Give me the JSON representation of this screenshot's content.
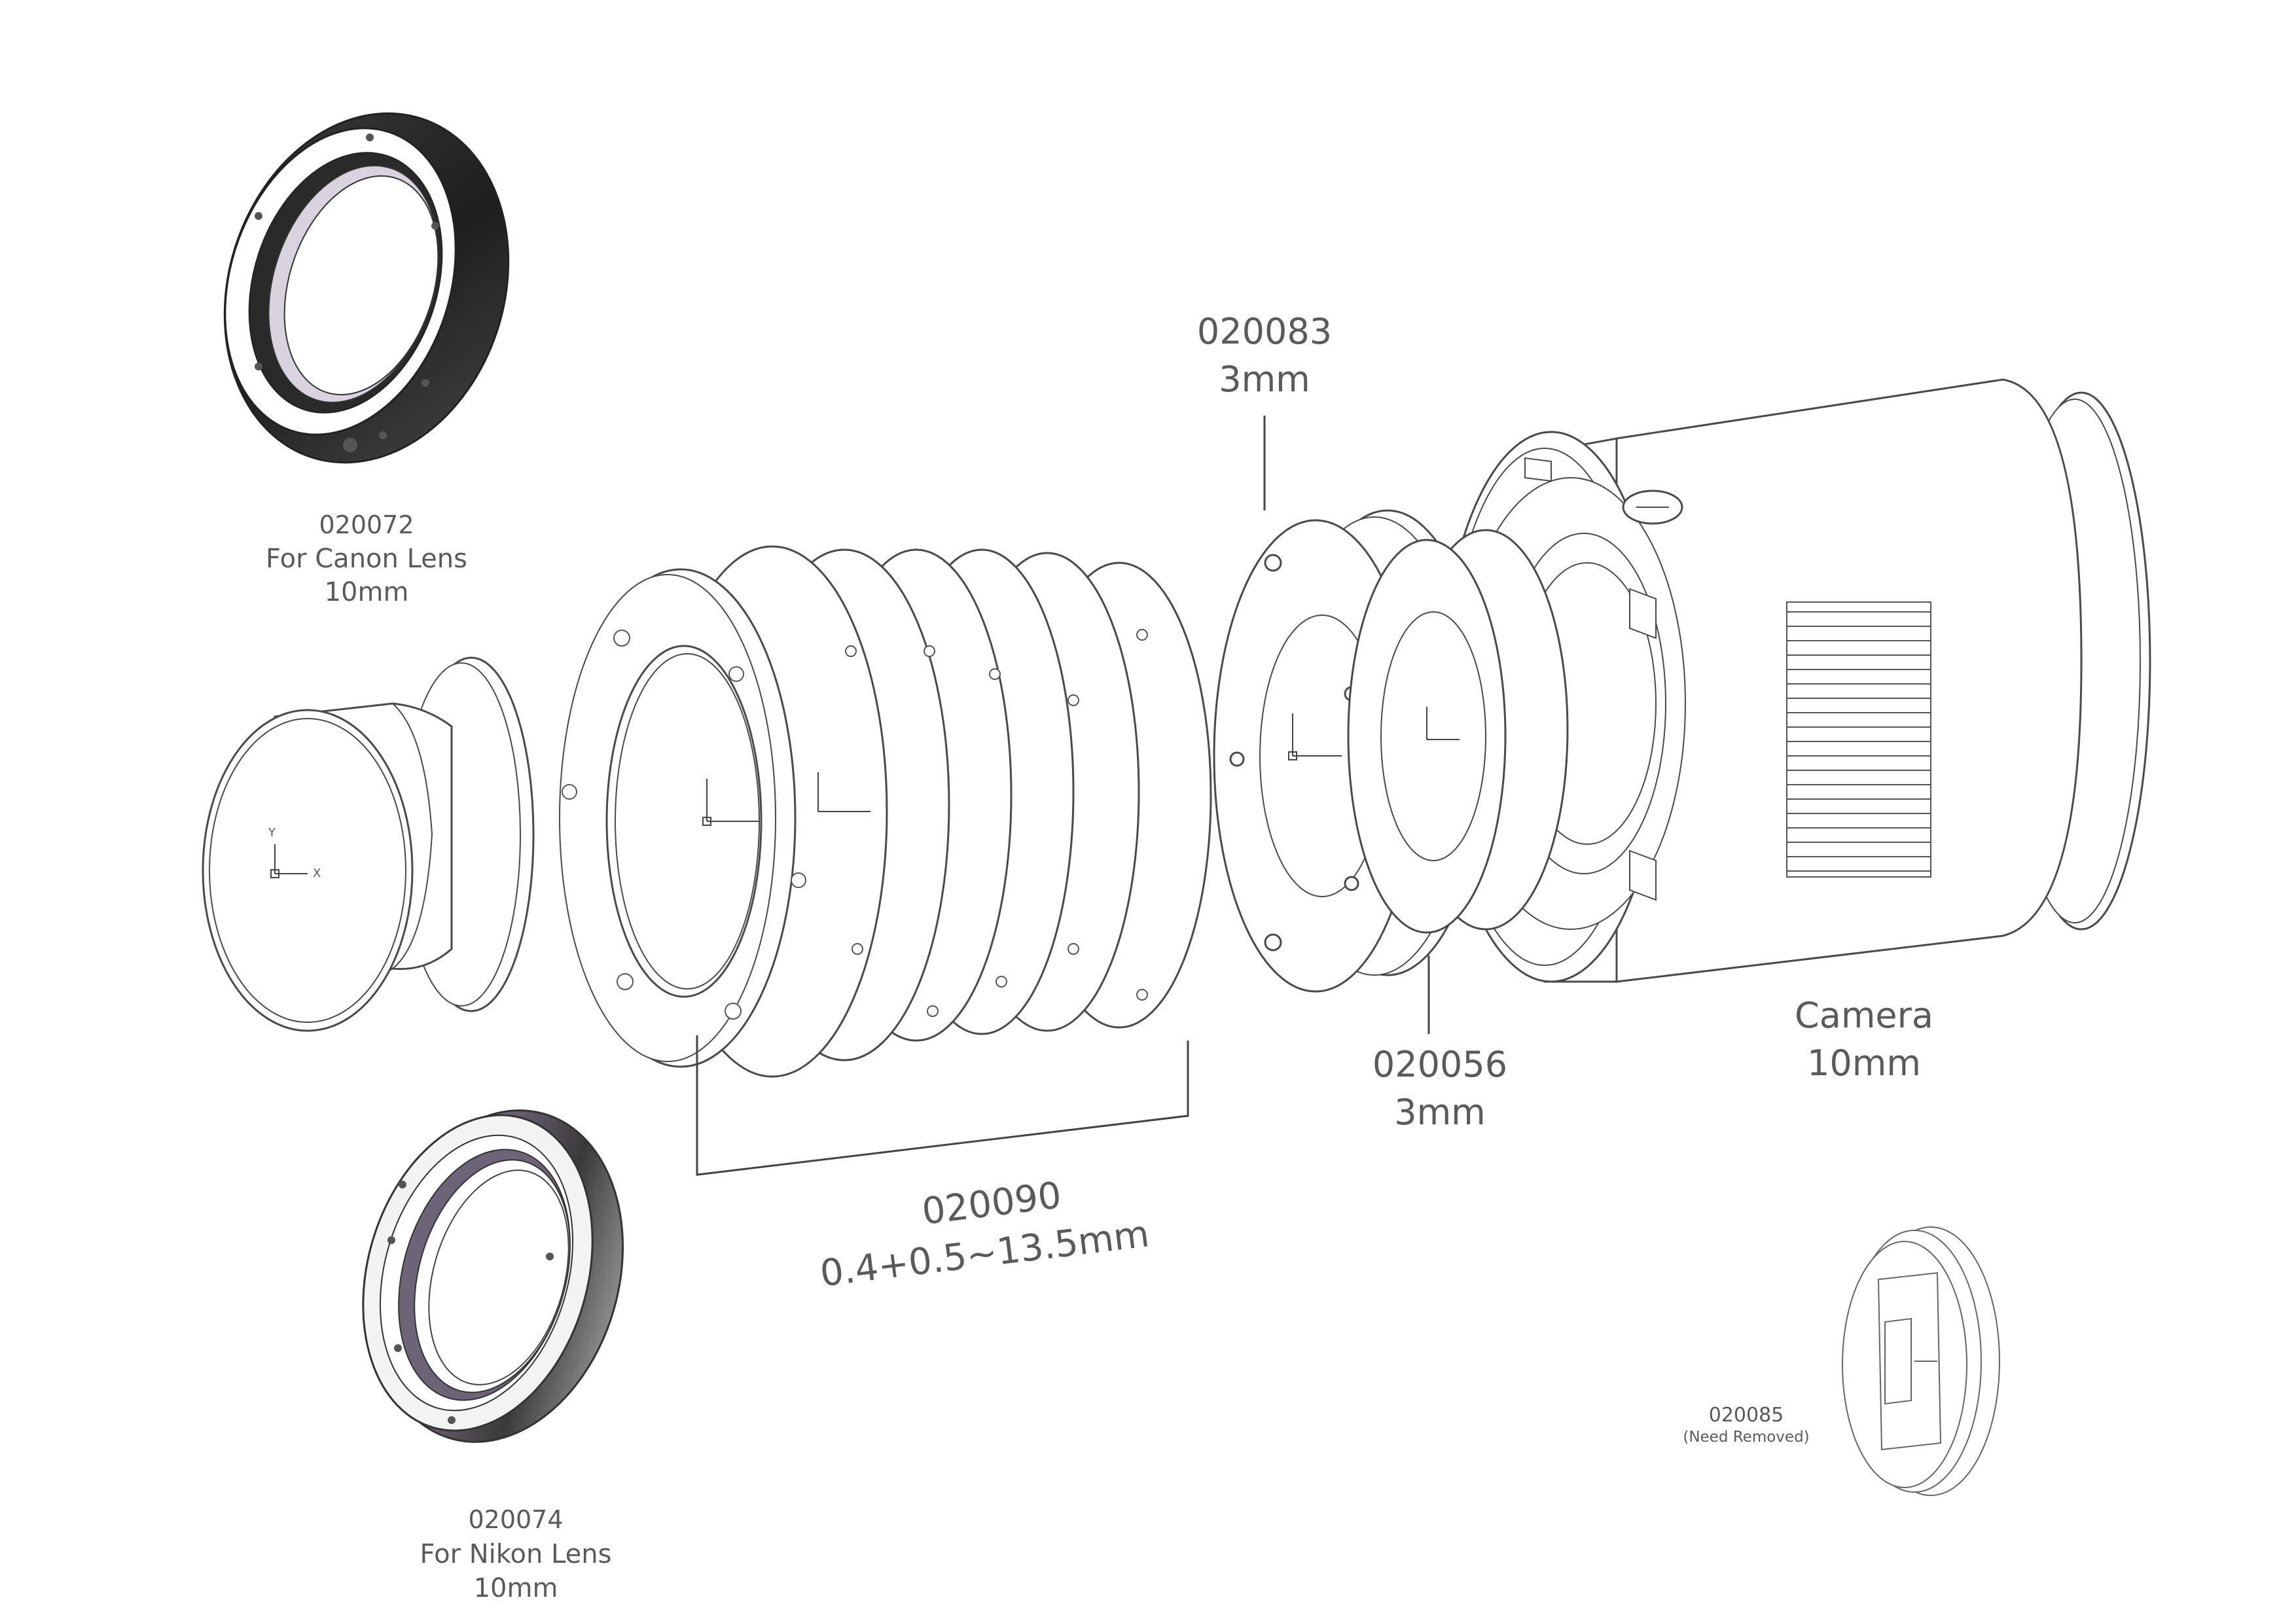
{
  "labels": {
    "canon": {
      "part": "020072",
      "desc": "For Canon Lens",
      "size": "10mm"
    },
    "nikon": {
      "part": "020074",
      "desc": "For Nikon Lens",
      "size": "10mm"
    },
    "top_ring": {
      "part": "020083",
      "size": "3mm"
    },
    "mid_ring": {
      "part": "020056",
      "size": "3mm"
    },
    "camera": {
      "title": "Camera",
      "size": "10mm"
    },
    "spacers": {
      "part": "020090",
      "size": "0.4+0.5~13.5mm"
    },
    "small_part": {
      "part": "020085",
      "note": "(Need Removed)"
    }
  },
  "axis": {
    "x": "X",
    "y": "Y"
  },
  "colors": {
    "line": "#4a4a4a",
    "ring_dark": "#2b2b2b",
    "accent_purple": "#6e6478",
    "text": "#5a5a5a"
  }
}
